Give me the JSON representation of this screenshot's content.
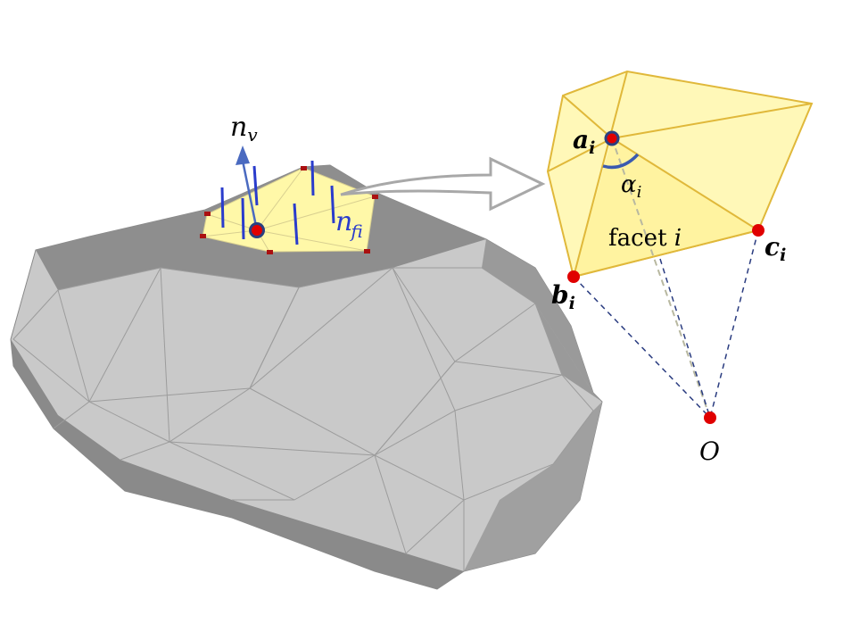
{
  "labels": {
    "vertex_normal": "n",
    "vertex_normal_sub": "v",
    "facet_normal": "n",
    "facet_normal_sub": "f",
    "facet_normal_sup": "i",
    "vertex_a": "a",
    "vertex_b": "b",
    "vertex_c": "c",
    "index": "i",
    "angle": "α",
    "facet": "facet ",
    "origin": "O"
  },
  "colors": {
    "mesh": "#c8c8c8",
    "mesh_dark": "#8a8a8a",
    "highlight": "#fff8a8",
    "facet_edge": "#e0b83a",
    "point": "#e00000",
    "normal": "#2a3ccc",
    "dashed": "#2a3c80"
  }
}
